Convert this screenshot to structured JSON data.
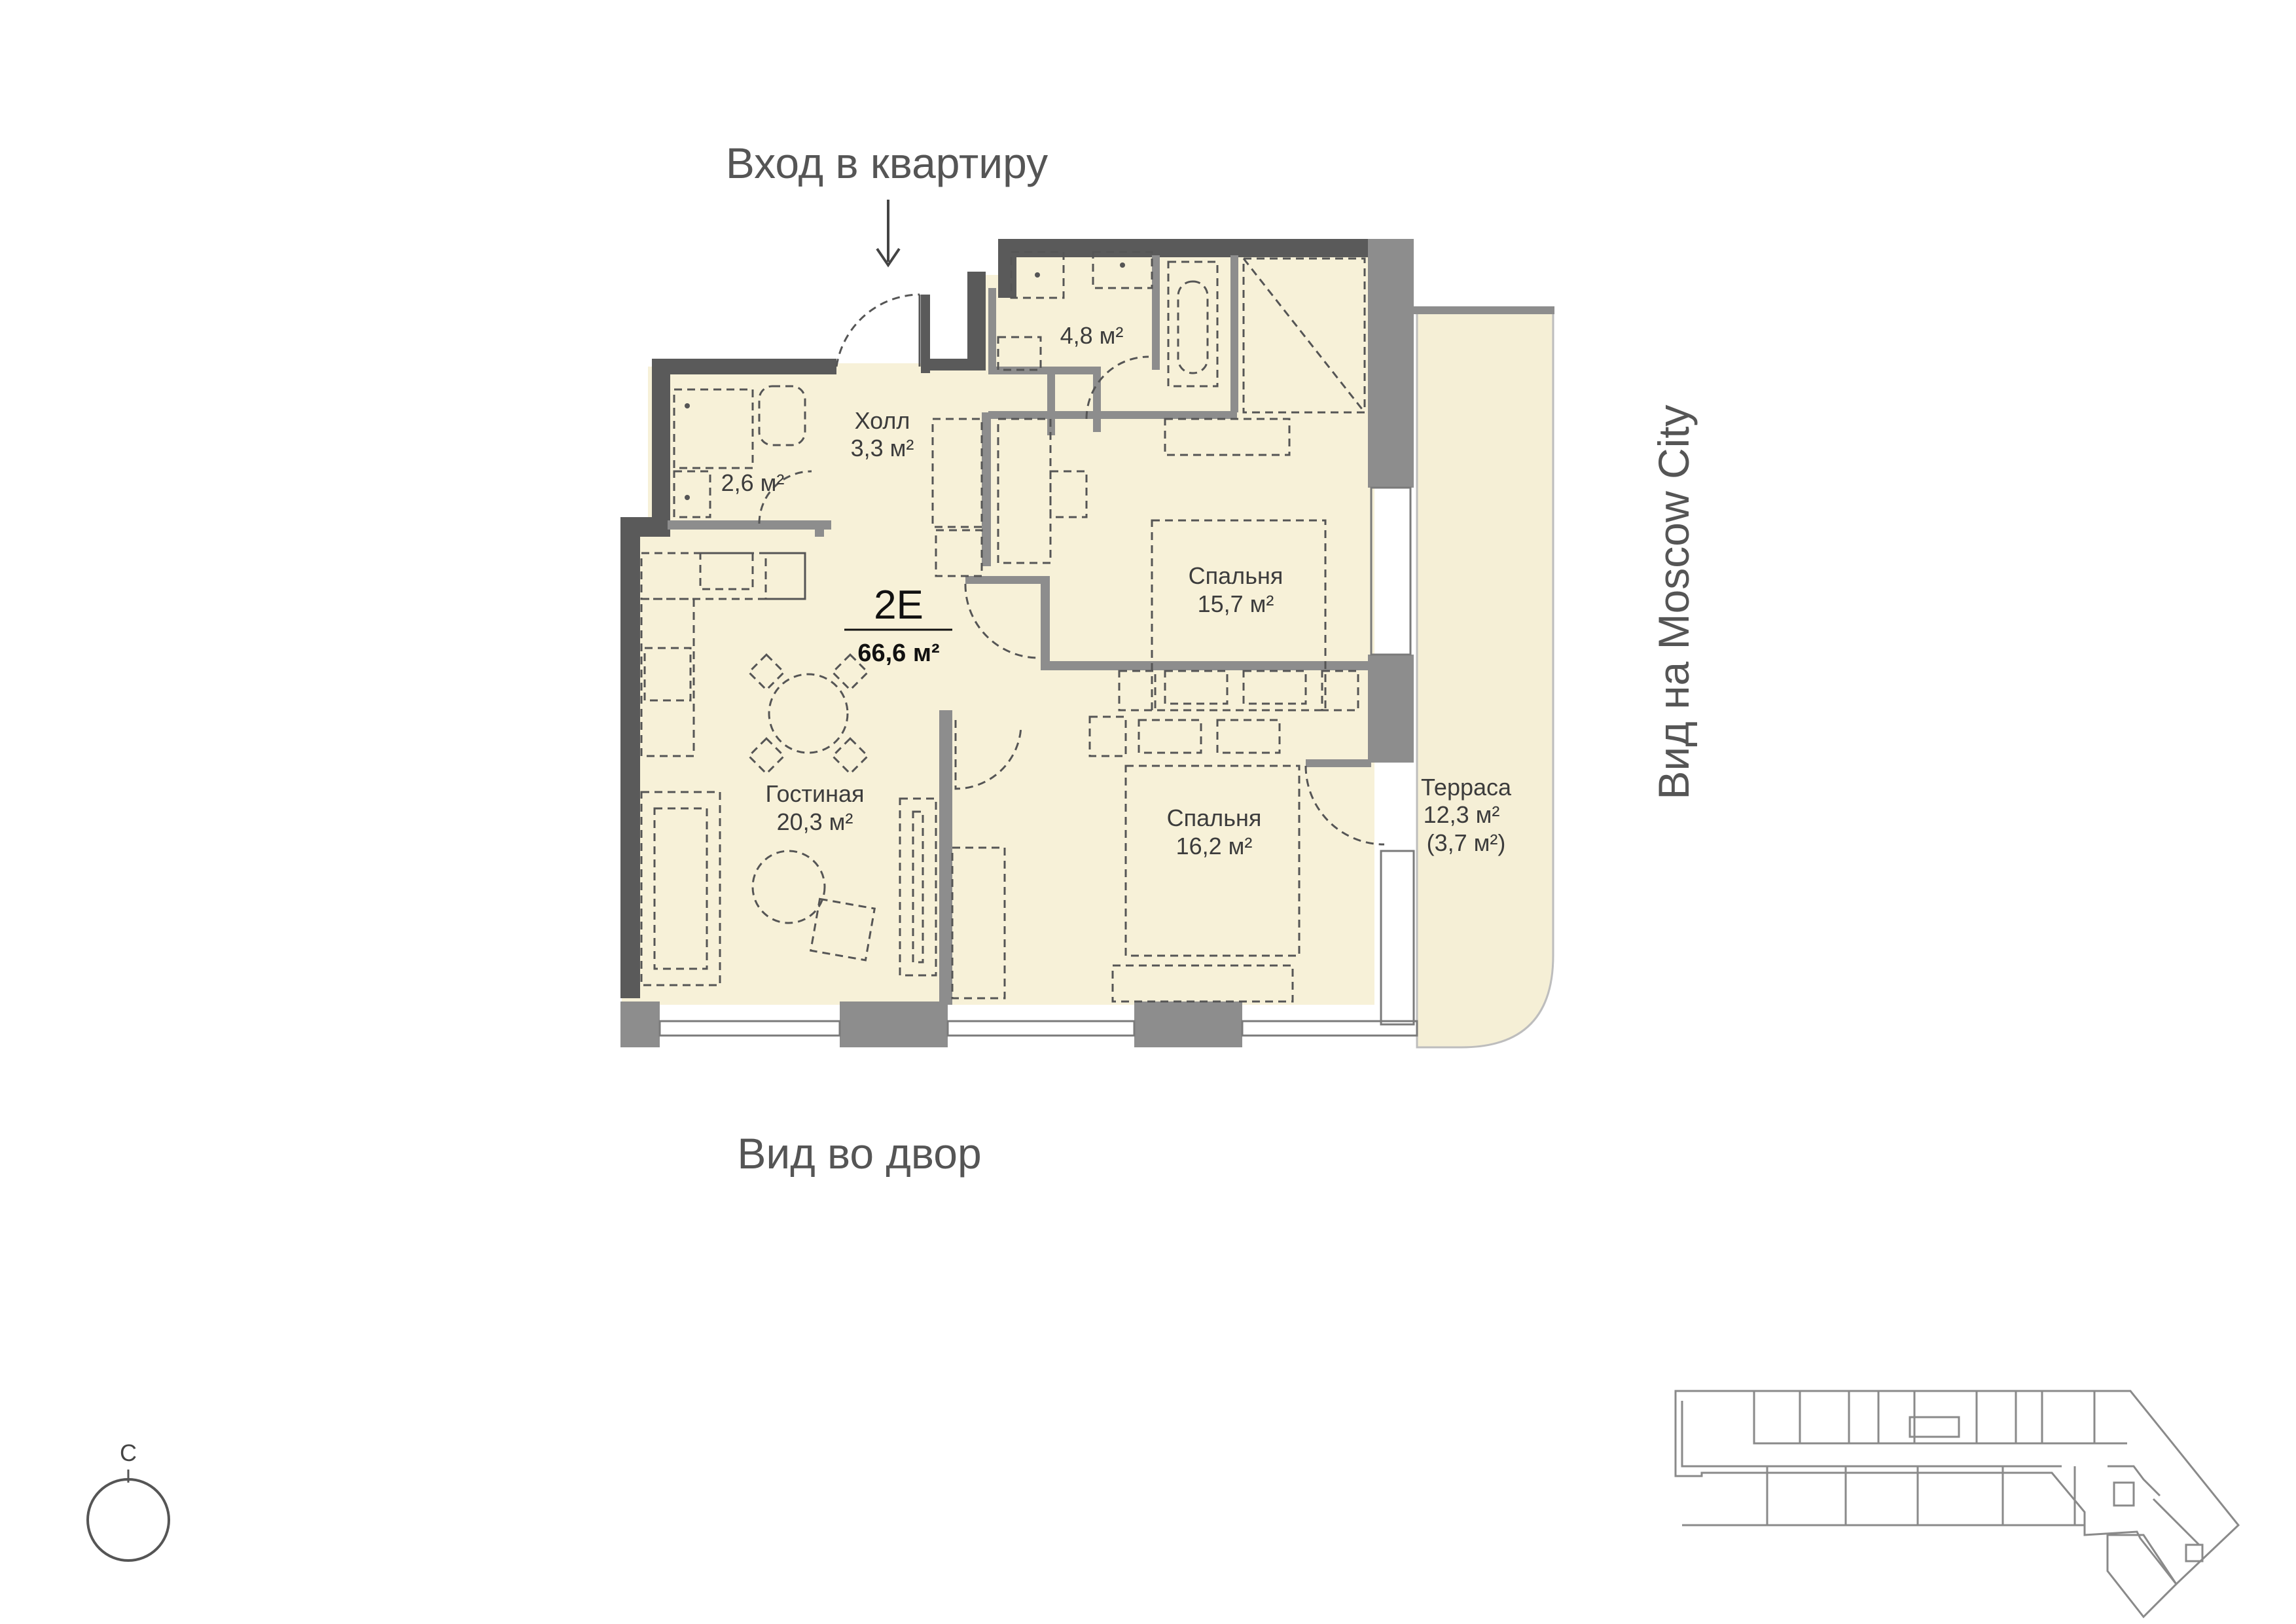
{
  "entrance_label": "Вход в квартиру",
  "view_bottom_label": "Вид во двор",
  "view_right_label": "Вид на Moscow City",
  "apartment": {
    "code": "2E",
    "total_area": "66,6 м²"
  },
  "rooms": {
    "bathroom": {
      "area": "4,8 м²"
    },
    "wc": {
      "area": "2,6 м²"
    },
    "hall": {
      "name": "Холл",
      "area": "3,3 м²"
    },
    "bedroom1": {
      "name": "Спальня",
      "area": "15,7 м²"
    },
    "bedroom2": {
      "name": "Спальня",
      "area": "16,2 м²"
    },
    "living": {
      "name": "Гостиная",
      "area": "20,3 м²"
    },
    "terrace": {
      "name": "Терраса",
      "area": "12,3 м²",
      "area_reduced": "(3,7 м²)"
    }
  },
  "compass": {
    "letter": "С"
  },
  "colors": {
    "floor": "#f7f1d8",
    "terrace": "#f5efd6",
    "wall_exterior": "#5a5a5a",
    "wall_interior": "#8d8d8d",
    "highlight_unit": "#f3e8cf"
  }
}
